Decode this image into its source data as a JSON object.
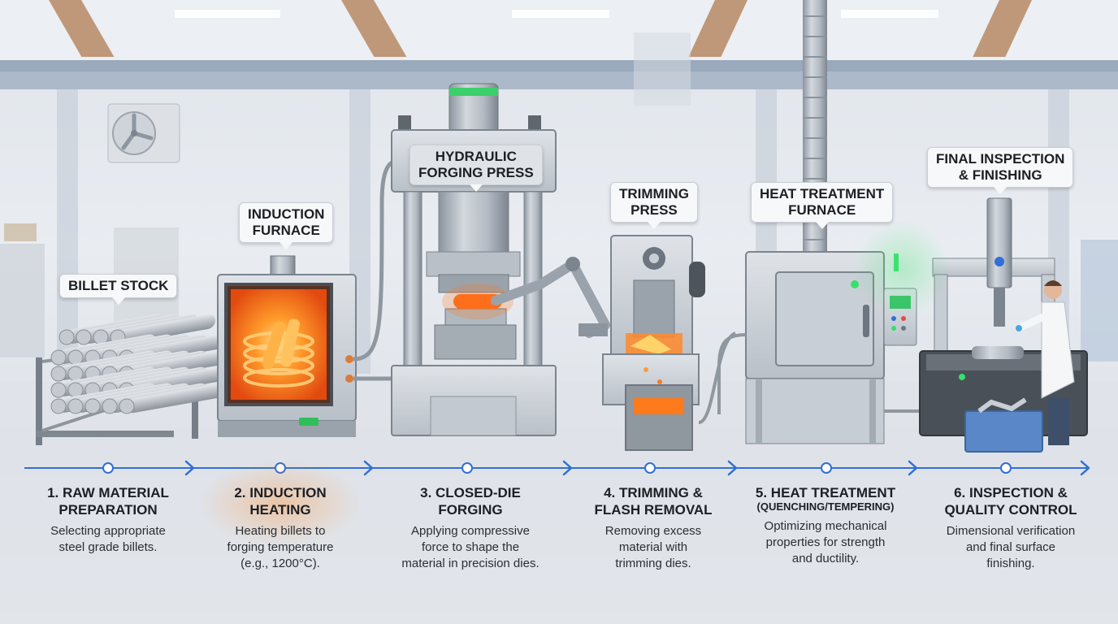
{
  "callouts": {
    "billet_stock": "BILLET STOCK",
    "induction_furnace": "INDUCTION\nFURNACE",
    "hydraulic_press": "HYDRAULIC\nFORGING PRESS",
    "trimming_press": "TRIMMING\nPRESS",
    "heat_treatment_furnace": "HEAT TREATMENT\nFURNACE",
    "final_inspection": "FINAL INSPECTION\n& FINISHING"
  },
  "steps": [
    {
      "title": "1. RAW MATERIAL\nPREPARATION",
      "desc": "Selecting appropriate\nsteel grade billets."
    },
    {
      "title": "2. INDUCTION\nHEATING",
      "desc": "Heating billets to\nforging temperature\n(e.g., 1200°C)."
    },
    {
      "title": "3. CLOSED-DIE\nFORGING",
      "desc": "Applying compressive\nforce to shape the\nmaterial in precision dies."
    },
    {
      "title": "4. TRIMMING &\nFLASH REMOVAL",
      "desc": "Removing excess\nmaterial with\ntrimming dies."
    },
    {
      "title": "5. HEAT TREATMENT",
      "subtitle": "(QUENCHING/TEMPERING)",
      "desc": "Optimizing mechanical\nproperties for strength\nand ductility."
    },
    {
      "title": "6. INSPECTION &\nQUALITY CONTROL",
      "desc": "Dimensional verification\nand final surface\nfinishing."
    }
  ],
  "colors": {
    "timeline_blue": "#2f6fd6",
    "hot_orange": "#ff7a1a",
    "indicator_green": "#35e06a"
  },
  "icons": [
    "fan-icon",
    "flow-arrow-icon",
    "timeline-node-icon"
  ]
}
